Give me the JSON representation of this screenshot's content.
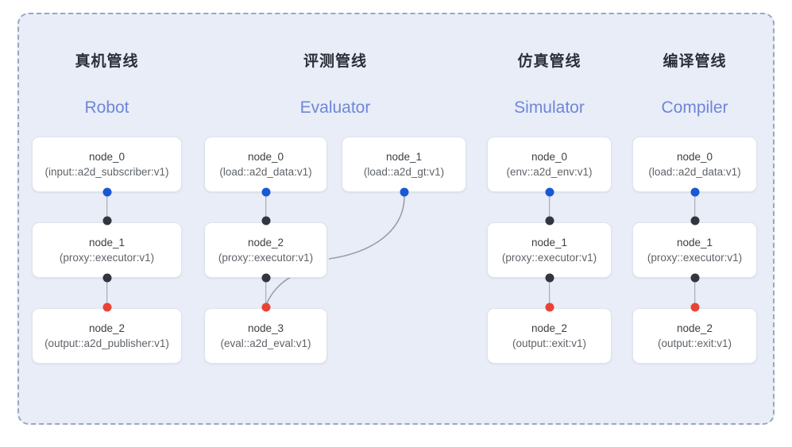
{
  "frame": {
    "border_color": "#9aa6bf",
    "background_color": "#e8edf8"
  },
  "palette": {
    "port_input": "#1a57d6",
    "port_proxy": "#33363c",
    "port_output": "#ea4335",
    "edge": "#9aa0a6",
    "title_cn": "#2b2f38",
    "title_en": "#6f86d6"
  },
  "columns": [
    {
      "id": "robot",
      "title_cn": "真机管线",
      "title_en": "Robot",
      "nodes": [
        {
          "name": "node_0",
          "type": "(input::a2d_subscriber:v1)"
        },
        {
          "name": "node_1",
          "type": "(proxy::executor:v1)"
        },
        {
          "name": "node_2",
          "type": "(output::a2d_publisher:v1)"
        }
      ]
    },
    {
      "id": "evaluator",
      "title_cn": "评测管线",
      "title_en": "Evaluator",
      "nodes": [
        {
          "name": "node_0",
          "type": "(load::a2d_data:v1)"
        },
        {
          "name": "node_1",
          "type": "(load::a2d_gt:v1)"
        },
        {
          "name": "node_2",
          "type": "(proxy::executor:v1)"
        },
        {
          "name": "node_3",
          "type": "(eval::a2d_eval:v1)"
        }
      ]
    },
    {
      "id": "simulator",
      "title_cn": "仿真管线",
      "title_en": "Simulator",
      "nodes": [
        {
          "name": "node_0",
          "type": "(env::a2d_env:v1)"
        },
        {
          "name": "node_1",
          "type": "(proxy::executor:v1)"
        },
        {
          "name": "node_2",
          "type": "(output::exit:v1)"
        }
      ]
    },
    {
      "id": "compiler",
      "title_cn": "编译管线",
      "title_en": "Compiler",
      "nodes": [
        {
          "name": "node_0",
          "type": "(load::a2d_data:v1)"
        },
        {
          "name": "node_1",
          "type": "(proxy::executor:v1)"
        },
        {
          "name": "node_2",
          "type": "(output::exit:v1)"
        }
      ]
    }
  ]
}
